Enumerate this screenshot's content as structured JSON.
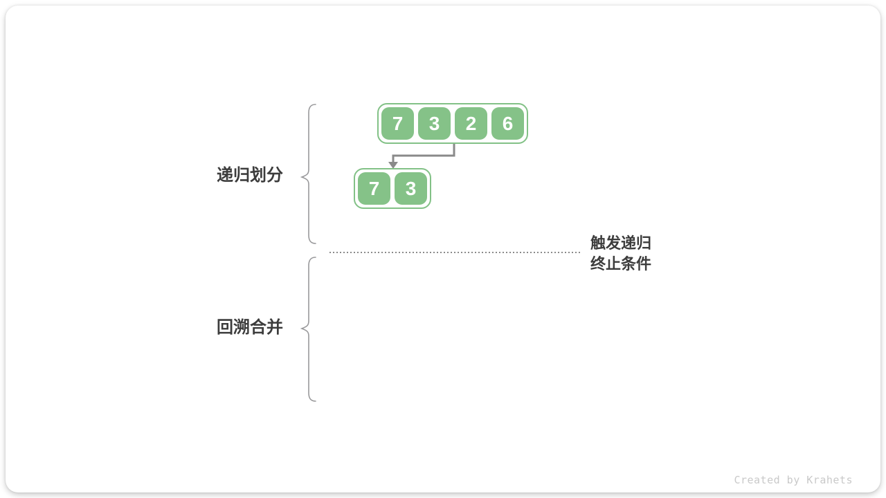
{
  "diagram": {
    "title_context": "merge-sort-recursion-diagram",
    "labels": {
      "recursive_divide": "递归划分",
      "backtrack_merge": "回溯合并"
    },
    "annotation": {
      "line1": "触发递归",
      "line2": "终止条件"
    },
    "arrays": {
      "level1": [
        "7",
        "3",
        "2",
        "6"
      ],
      "level2": [
        "7",
        "3"
      ]
    },
    "colors": {
      "cell_fill": "#85C288",
      "cell_border": "#82C186",
      "number_text": "#FFFFFF",
      "arrow": "#8A8A8A",
      "brace": "#98989A",
      "dotted_line": "#8A8A8A",
      "label_text": "#3C3C3C",
      "watermark_text": "#C9C9C9",
      "card_background": "#FFFFFF"
    },
    "watermark": "Created by Krahets"
  }
}
